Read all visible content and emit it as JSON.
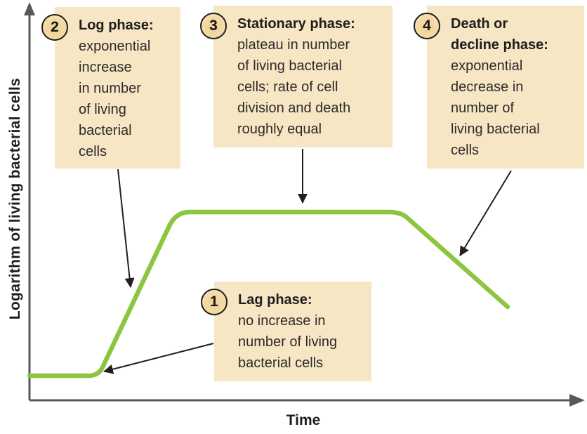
{
  "figure": {
    "y_axis_label": "Logarithm of living bacterial cells",
    "x_axis_label": "Time",
    "callouts": [
      {
        "number": "1",
        "title": "Lag phase:",
        "body": "no increase in\nnumber of living\nbacterial cells"
      },
      {
        "number": "2",
        "title": "Log phase:",
        "body": "exponential\nincrease\nin number\nof living\nbacterial\ncells"
      },
      {
        "number": "3",
        "title": "Stationary phase:",
        "body": "plateau in number\nof living bacterial\ncells; rate of cell\ndivision and death\nroughly equal"
      },
      {
        "number": "4",
        "title": "Death or\ndecline phase:",
        "body": "exponential\ndecrease in\nnumber of\nliving bacterial\ncells"
      }
    ],
    "curve_phases": [
      "lag",
      "log",
      "stationary",
      "death/decline"
    ],
    "colors": {
      "curve_green": "#8cc540",
      "callout_background": "#f7e6c4",
      "badge_fill": "#f2d69e",
      "axis_gray": "#57585a",
      "arrow_black": "#231f20",
      "text": "#2d2a2b"
    }
  }
}
